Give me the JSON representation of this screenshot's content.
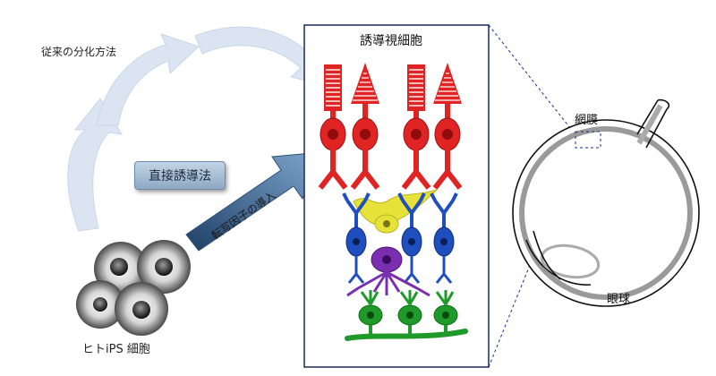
{
  "labels": {
    "conventional_method": "従来の分化方法",
    "direct_induction": "直接誘導法",
    "transcription_factor": "転写因子の導入",
    "induced_cells": "誘導視細胞",
    "ips_cells": "ヒトiPS 細胞",
    "retina": "網膜",
    "eyeball": "眼球"
  },
  "colors": {
    "photoreceptor": "#e02424",
    "bipolar": "#1f4fbf",
    "horizontal": "#e6e23a",
    "amacrine": "#7a2fb0",
    "ganglion": "#1f9a2a",
    "curved_arrow": "#dbe5f1",
    "straight_arrow": "#4f7aa8"
  }
}
